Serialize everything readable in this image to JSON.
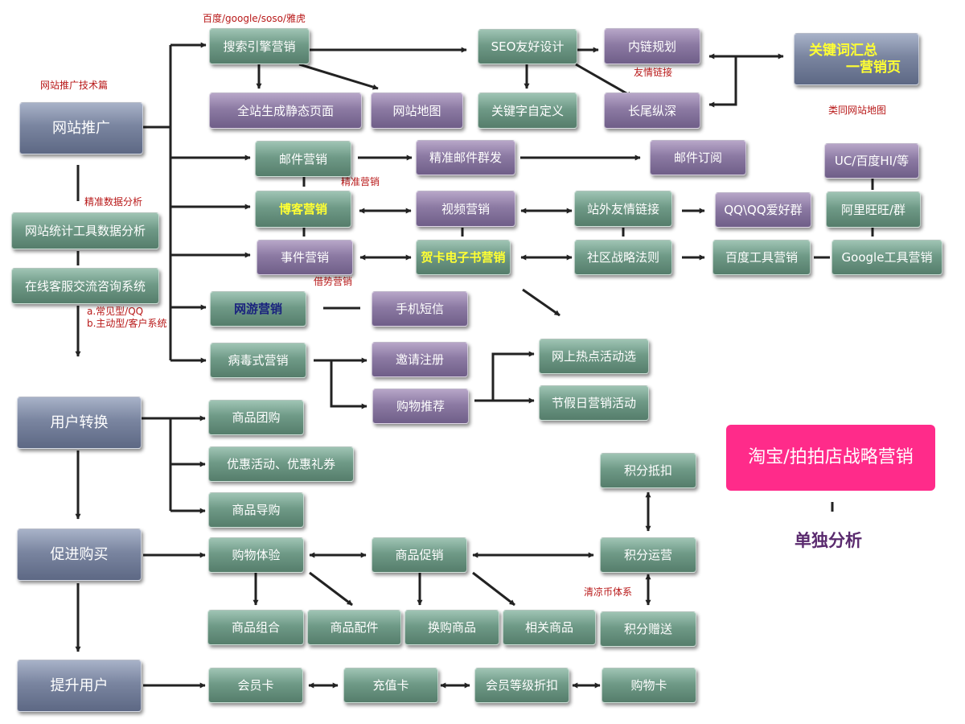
{
  "notes": {
    "search_engines": "百度/google/soso/雅虎",
    "tech_title": "网站推广技术篇",
    "precise_data": "精准数据分析",
    "friend_links": "友情链接",
    "similar_sitemap": "类同网站地图",
    "precise_marketing": "精准营销",
    "leverage_marketing": "借势营销",
    "type_a": "a.常见型/QQ",
    "type_b": "b.主动型/客户系统",
    "qingliang": "清凉币体系",
    "separate": "单独分析"
  },
  "stages": {
    "promotion": "网站推广",
    "stats": "网站统计工具数据分析",
    "service": "在线客服交流咨询系统",
    "conversion": "用户转换",
    "purchase": "促进购买",
    "upgrade": "提升用户"
  },
  "seo": {
    "search": "搜索引擎营销",
    "static": "全站生成静态页面",
    "sitemap": "网站地图",
    "friendly": "SEO友好设计",
    "keyword_custom": "关键字自定义",
    "inner_links": "内链规划",
    "long_tail": "长尾纵深",
    "keyword_line1": "关键词汇总",
    "keyword_line2": "一营销页"
  },
  "channels": {
    "email": "邮件营销",
    "precise_email": "精准邮件群发",
    "subscribe": "邮件订阅",
    "uc": "UC/百度HI/等",
    "blog": "博客营销",
    "video": "视频营销",
    "external_links": "站外友情链接",
    "qq": "QQ\\QQ爱好群",
    "aliwang": "阿里旺旺/群",
    "event": "事件营销",
    "ecard": "贺卡电子书营销",
    "community": "社区战略法则",
    "baidu_tools": "百度工具营销",
    "google_tools": "Google工具营销",
    "game": "网游营销",
    "sms": "手机短信",
    "viral": "病毒式营销",
    "invite": "邀请注册",
    "recommend": "购物推荐",
    "hot": "网上热点活动选",
    "holiday": "节假日营销活动"
  },
  "conversion_items": {
    "group_buy": "商品团购",
    "coupon": "优惠活动、优惠礼券",
    "guide": "商品导购"
  },
  "purchase_items": {
    "experience": "购物体验",
    "promotion": "商品促销",
    "points_run": "积分运营",
    "points_deduct": "积分抵扣",
    "points_gift": "积分赠送",
    "combo": "商品组合",
    "accessory": "商品配件",
    "exchange": "换购商品",
    "related": "相关商品"
  },
  "upgrade_items": {
    "member": "会员卡",
    "recharge": "充值卡",
    "level": "会员等级折扣",
    "shopping": "购物卡"
  },
  "taobao": "淘宝/拍拍店战略营销"
}
